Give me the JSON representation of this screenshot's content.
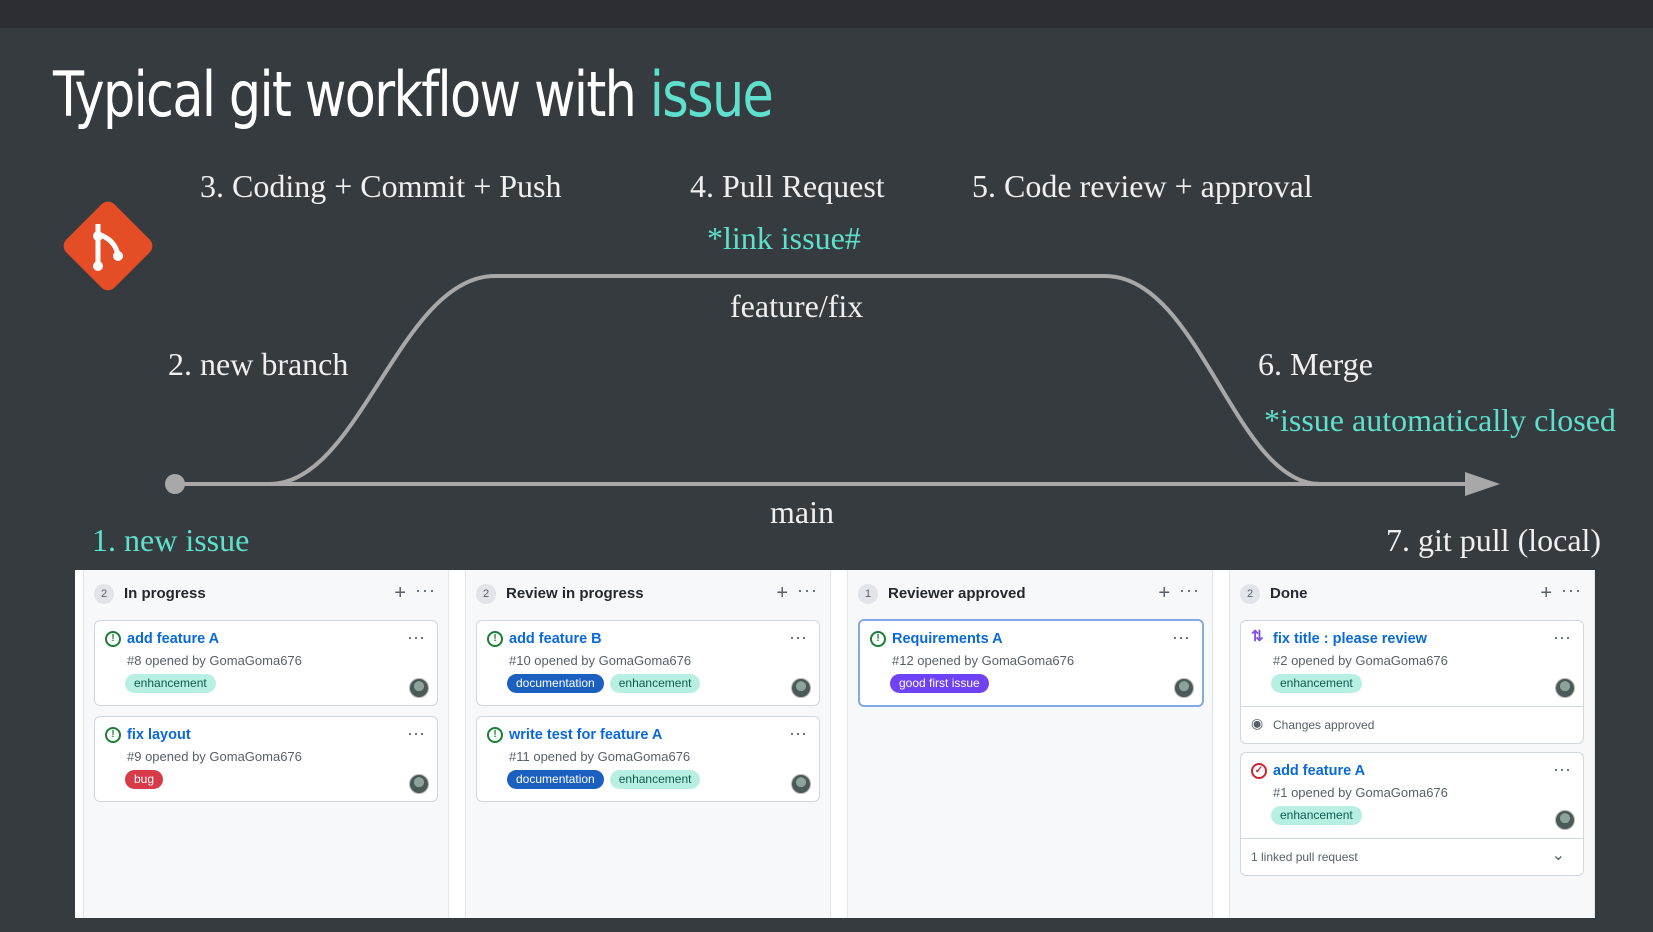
{
  "slide": {
    "title_main": "Typical git workflow with ",
    "title_accent": "issue",
    "logo_icon": "git-logo-icon"
  },
  "diagram": {
    "step1": "1. new issue",
    "step2": "2. new branch",
    "step3": "3. Coding + Commit + Push",
    "step4": "4. Pull Request",
    "step4_note": "*link issue#",
    "step5": "5. Code review + approval",
    "step6": "6. Merge",
    "step6_note": "*issue automatically closed",
    "step7": "7. git pull (local)",
    "branch_label": "feature/fix",
    "main_label": "main",
    "colors": {
      "accent": "#5ee0cc",
      "line": "#a8a8a8",
      "logo": "#e44d26"
    }
  },
  "board": {
    "columns": [
      {
        "count": "2",
        "name": "In progress",
        "cards": [
          {
            "title": "add feature A",
            "meta": "#8 opened by GomaGoma676",
            "labels": [
              "enhancement"
            ]
          },
          {
            "title": "fix layout",
            "meta": "#9 opened by GomaGoma676",
            "labels": [
              "bug"
            ]
          }
        ]
      },
      {
        "count": "2",
        "name": "Review in progress",
        "cards": [
          {
            "title": "add feature B",
            "meta": "#10 opened by GomaGoma676",
            "labels": [
              "documentation",
              "enhancement"
            ]
          },
          {
            "title": "write test for feature A",
            "meta": "#11 opened by GomaGoma676",
            "labels": [
              "documentation",
              "enhancement"
            ]
          }
        ]
      },
      {
        "count": "1",
        "name": "Reviewer approved",
        "cards": [
          {
            "title": "Requirements A",
            "meta": "#12 opened by GomaGoma676",
            "labels": [
              "good first issue"
            ]
          }
        ]
      },
      {
        "count": "2",
        "name": "Done",
        "cards": [
          {
            "title": "fix title : please review",
            "meta": "#2 opened by GomaGoma676",
            "labels": [
              "enhancement"
            ],
            "footer": "Changes approved"
          },
          {
            "title": "add feature A",
            "meta": "#1 opened by GomaGoma676",
            "labels": [
              "enhancement"
            ],
            "footer": "1 linked pull request"
          }
        ]
      }
    ],
    "add_symbol": "+",
    "more_symbol": "···"
  }
}
